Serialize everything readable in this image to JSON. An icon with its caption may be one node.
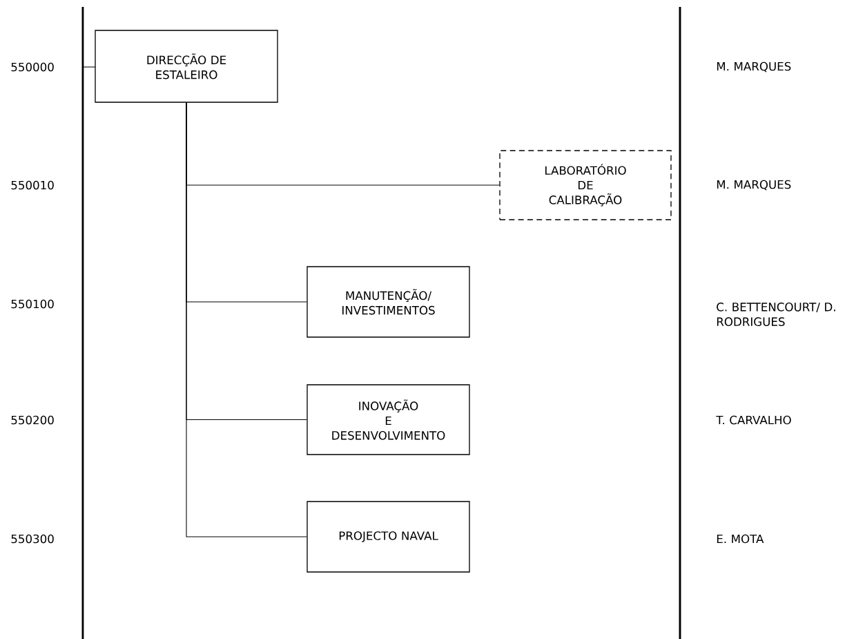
{
  "diagram": {
    "nodes": [
      {
        "text": [
          "DIRECÇÃO DE ESTALEIRO"
        ]
      },
      {
        "text": [
          "LABORATÓRIO DE CALIBRAÇÃO"
        ]
      },
      {
        "text": [
          "MANUTENÇÃO/ INVESTIMENTOS"
        ]
      },
      {
        "text": [
          "INOVAÇÃO E DESENVOLVIMENTO"
        ]
      },
      {
        "text": [
          "PROJECTO NAVAL"
        ]
      }
    ],
    "edges": [
      {
        "from": 0,
        "to": 1,
        "arrow": "none"
      },
      {
        "from": 0,
        "to": 2,
        "arrow": "none"
      },
      {
        "from": 0,
        "to": 3,
        "arrow": "none"
      },
      {
        "from": 0,
        "to": 4,
        "arrow": "none"
      }
    ],
    "labels": [
      "550000",
      "M. MARQUES",
      "550010",
      "M. MARQUES",
      "550100",
      "C. BETTENCOURT/ D. RODRIGUES",
      "550200",
      "T. CARVALHO",
      "550300",
      "E. MOTA"
    ]
  }
}
